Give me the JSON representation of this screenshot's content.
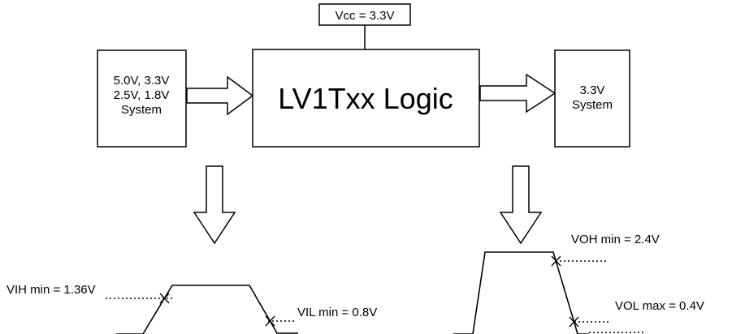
{
  "diagram": {
    "vcc_box": {
      "label": "Vcc = 3.3V"
    },
    "input_box": {
      "line1": "5.0V, 3.3V",
      "line2": "2.5V, 1.8V",
      "line3": "System"
    },
    "logic_box": {
      "label": "LV1Txx Logic"
    },
    "output_box": {
      "line1": "3.3V",
      "line2": "System"
    },
    "input_waveform": {
      "vih_label": "VIH min = 1.36V",
      "vil_label": "VIL min = 0.8V"
    },
    "output_waveform": {
      "voh_label": "VOH min = 2.4V",
      "vol_label": "VOL max = 0.4V"
    }
  },
  "colors": {
    "stroke": "#000000",
    "background": "#ffffff"
  }
}
